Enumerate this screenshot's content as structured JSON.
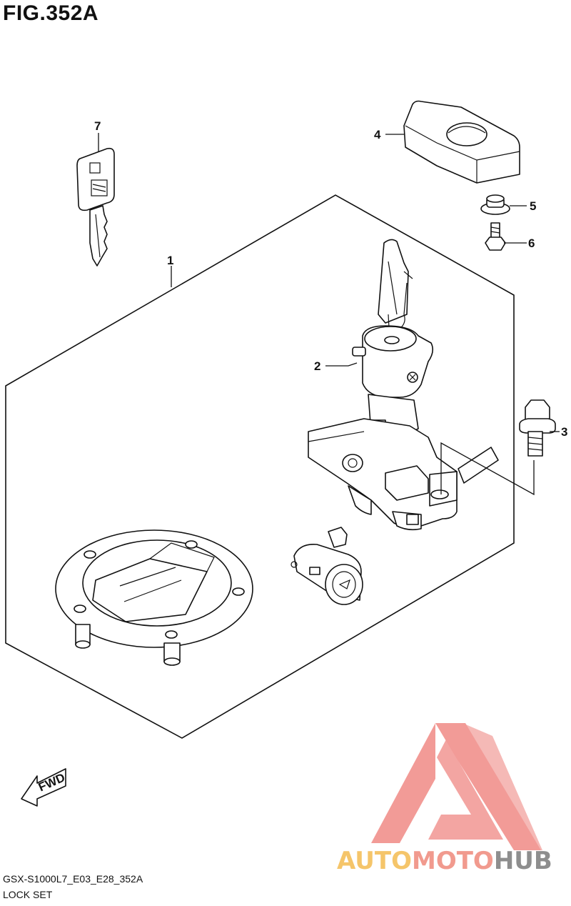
{
  "figure": {
    "title": "FIG.352A"
  },
  "callouts": [
    {
      "id": "c1",
      "number": "1"
    },
    {
      "id": "c2",
      "number": "2"
    },
    {
      "id": "c3",
      "number": "3"
    },
    {
      "id": "c4",
      "number": "4"
    },
    {
      "id": "c5",
      "number": "5"
    },
    {
      "id": "c6",
      "number": "6"
    },
    {
      "id": "c7",
      "number": "7"
    }
  ],
  "fwd_marker": {
    "label": "FWD"
  },
  "footer": {
    "model_code": "GSX-S1000L7_E03_E28_352A",
    "section_name": "LOCK SET"
  },
  "watermark": {
    "part1": "AUTO",
    "part2": "MOTO",
    "part3": "HUB",
    "colors": {
      "auto": "#f5c56a",
      "moto": "#f19a8e",
      "hub": "#8e8e8e",
      "logo": "#f08a86"
    }
  }
}
